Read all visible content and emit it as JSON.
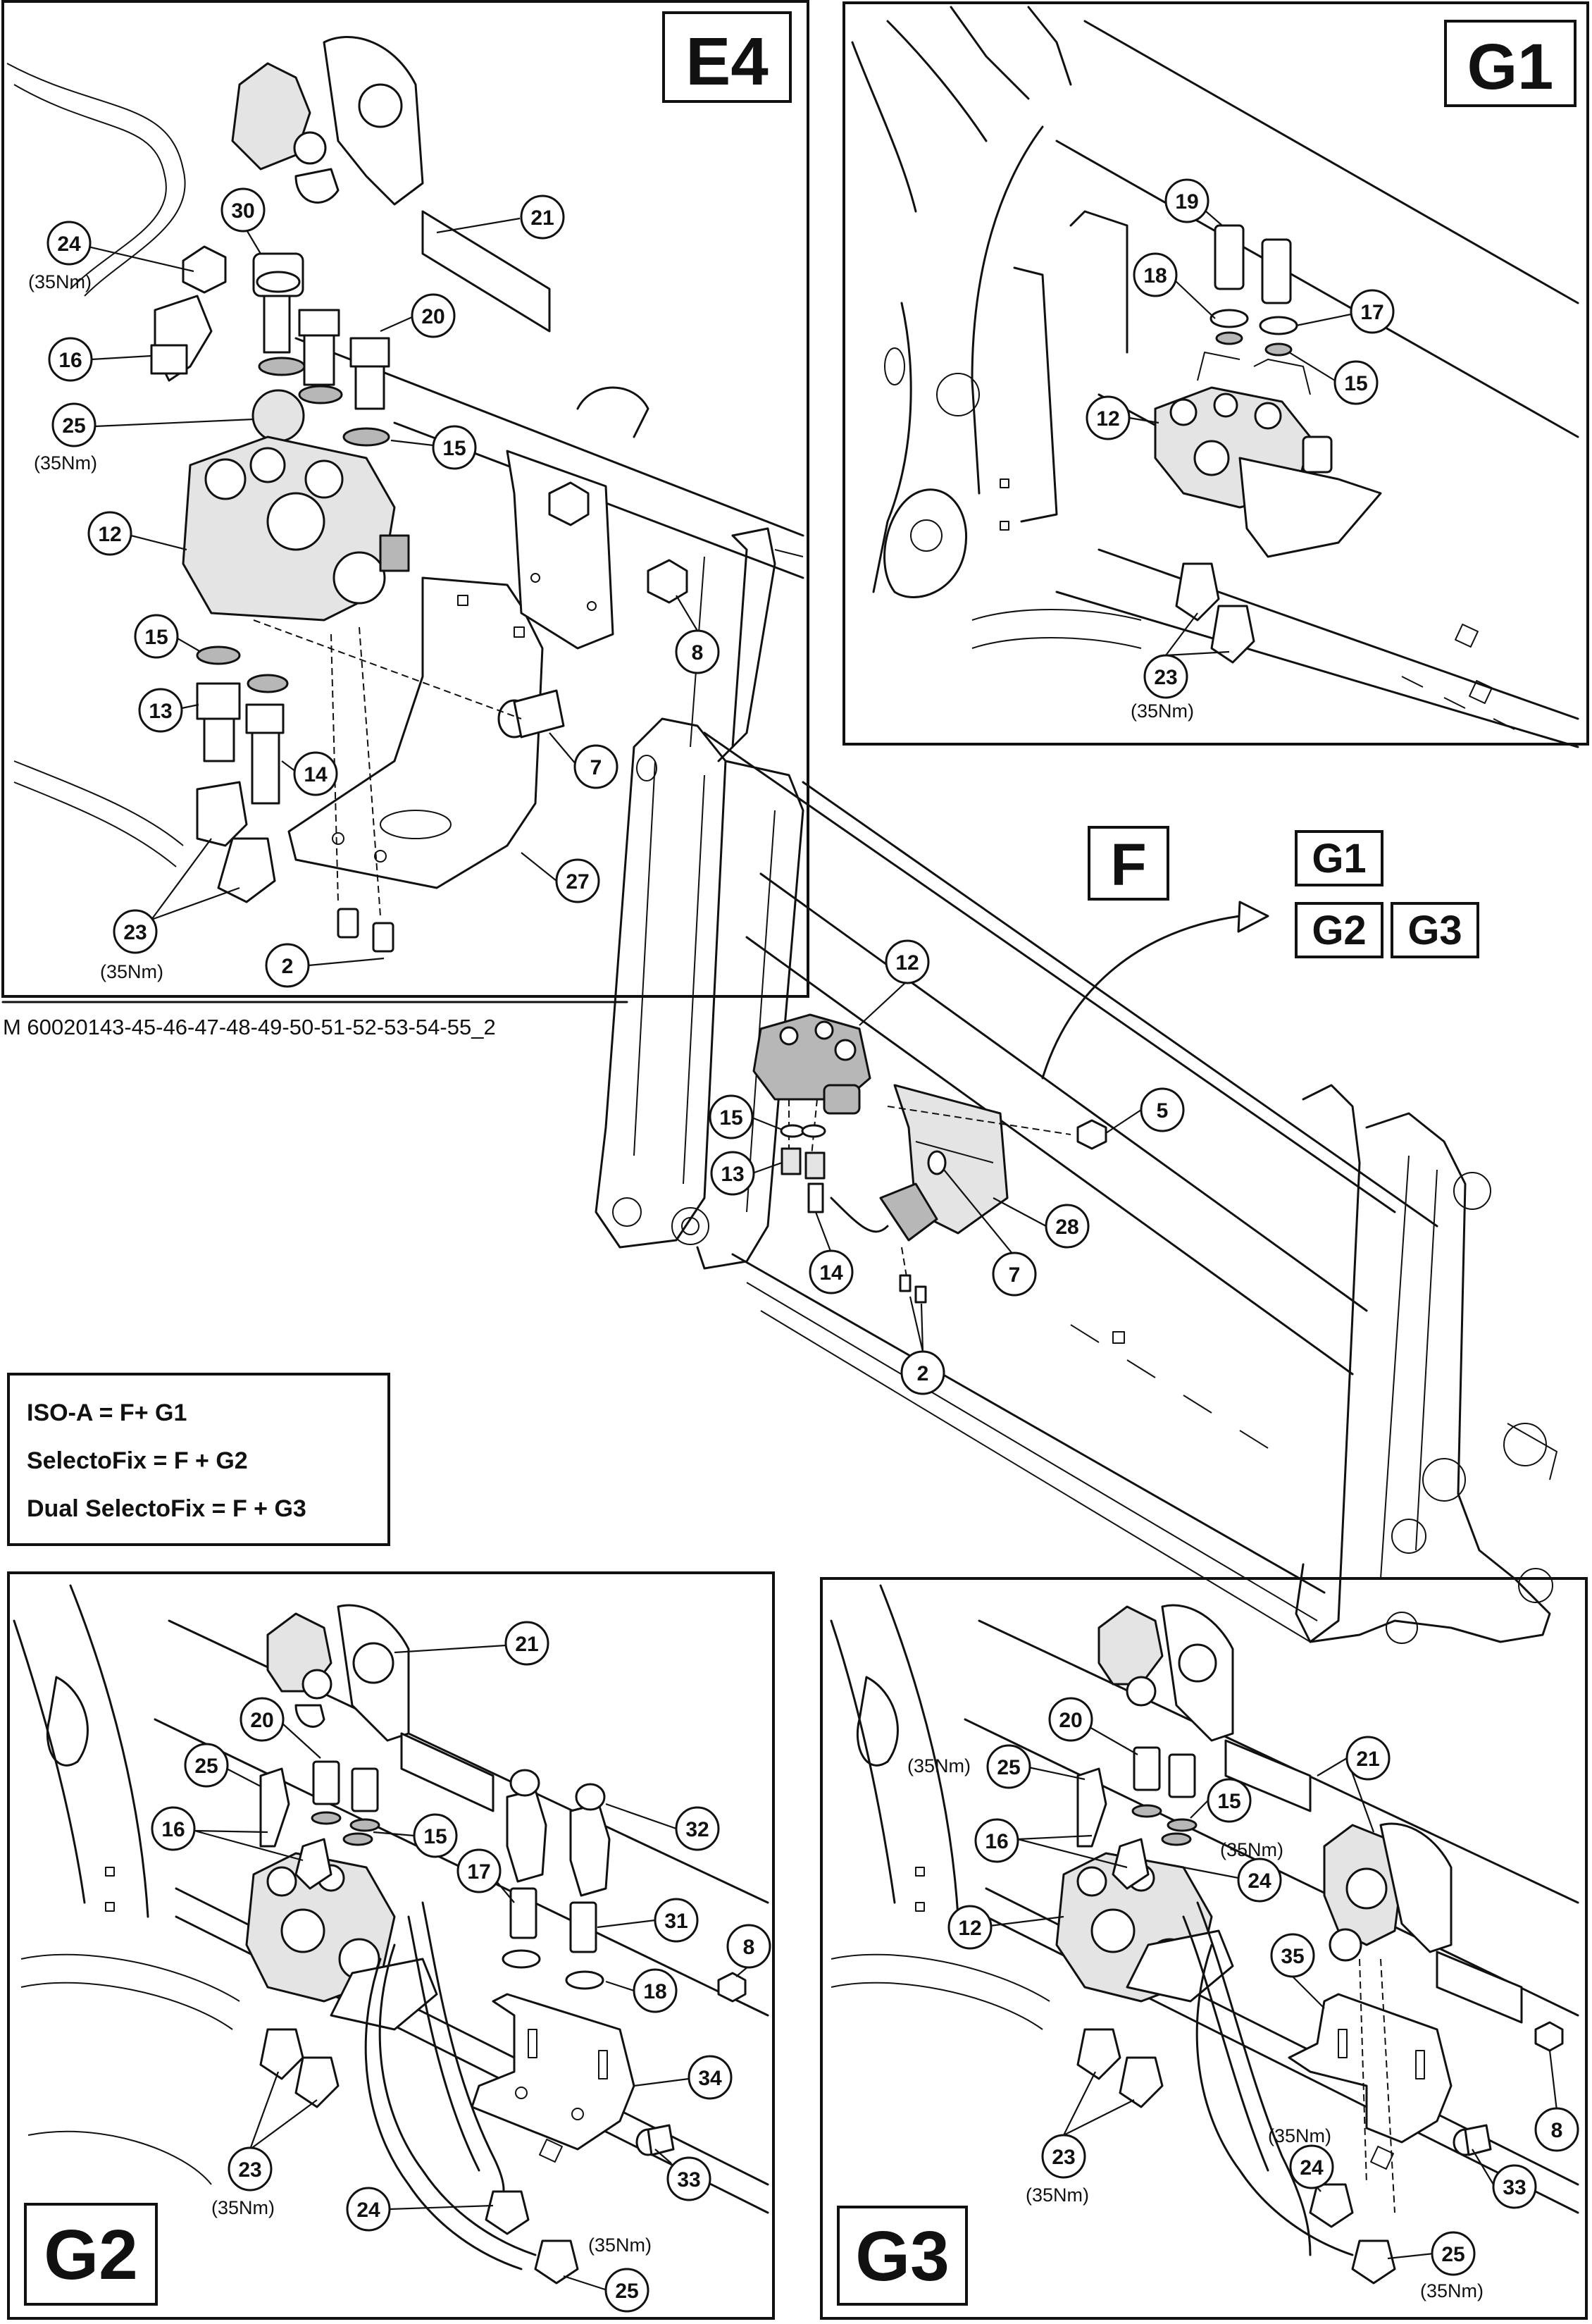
{
  "document_ref": "M 60020143-45-46-47-48-49-50-51-52-53-54-55_2",
  "panels": {
    "E4": "E4",
    "G1": "G1",
    "F": "F",
    "G2": "G2",
    "G3": "G3",
    "ref_g1": "G1",
    "ref_g2": "G2",
    "ref_g3": "G3"
  },
  "legend": [
    "ISO-A = F+ G1",
    "SelectoFix = F + G2",
    "Dual SelectoFix = F + G3"
  ],
  "torque": "(35Nm)",
  "callouts": {
    "e4": [
      "30",
      "24",
      "21",
      "16",
      "20",
      "25",
      "15",
      "12",
      "15",
      "8",
      "13",
      "14",
      "7",
      "27",
      "23",
      "2"
    ],
    "g1": [
      "19",
      "18",
      "17",
      "15",
      "12",
      "23"
    ],
    "f": [
      "12",
      "5",
      "15",
      "13",
      "28",
      "14",
      "7",
      "2"
    ],
    "g2": [
      "21",
      "20",
      "25",
      "16",
      "15",
      "32",
      "17",
      "31",
      "8",
      "18",
      "34",
      "23",
      "33",
      "24",
      "25"
    ],
    "g3": [
      "20",
      "25",
      "15",
      "21",
      "16",
      "24",
      "12",
      "35",
      "8",
      "23",
      "24",
      "33",
      "25"
    ]
  }
}
